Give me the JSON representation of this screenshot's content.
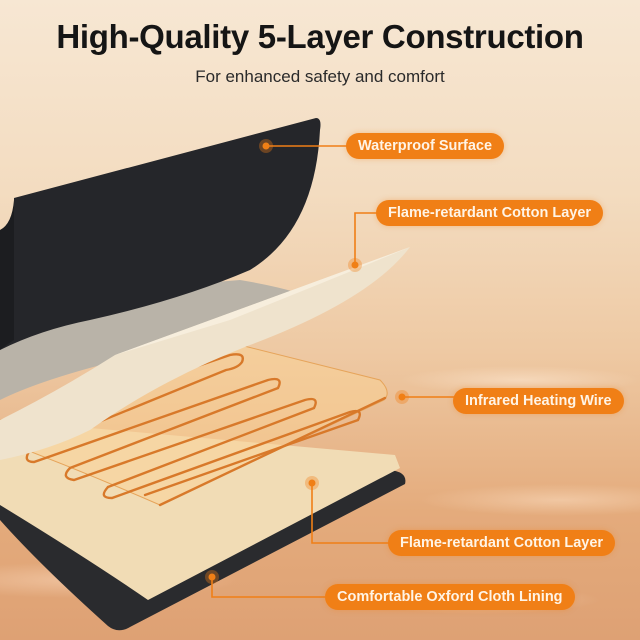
{
  "header": {
    "title": "High-Quality 5-Layer Construction",
    "subtitle": "For enhanced safety and comfort"
  },
  "layers": [
    {
      "label": "Waterproof Surface",
      "marker_icon": "dot-marker-icon"
    },
    {
      "label": "Flame-retardant Cotton Layer",
      "marker_icon": "dot-marker-icon"
    },
    {
      "label": "Infrared Heating Wire",
      "marker_icon": "dot-marker-icon"
    },
    {
      "label": "Flame-retardant Cotton Layer",
      "marker_icon": "dot-marker-icon"
    },
    {
      "label": "Comfortable Oxford Cloth Lining",
      "marker_icon": "dot-marker-icon"
    }
  ],
  "colors": {
    "accent": "#f07f16",
    "dark_layer": "#2a2b2e",
    "cotton": "#f1dcb5",
    "wire": "#d8792a"
  }
}
